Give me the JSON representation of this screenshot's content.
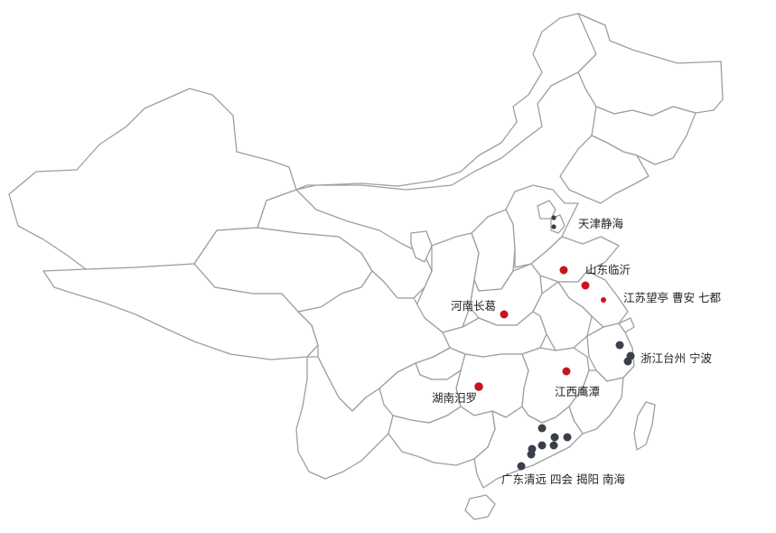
{
  "map": {
    "colors": {
      "red_marker": "#c8141e",
      "dark_marker": "#3a3f4a",
      "border": "#9e9e9e",
      "label": "#222222"
    },
    "labels": {
      "tianjin": "天津静海",
      "shandong": "山东临沂",
      "jiangsu": "江苏望亭 曹安 七都",
      "henan": "河南长葛",
      "zhejiang": "浙江台州 宁波",
      "hunan": "湖南汨罗",
      "jiangxi": "江西鹰潭",
      "guangdong": "广东清远  四会 揭阳 南海"
    },
    "marker_legend": {
      "red_marker": "red circle",
      "dark_marker": "dark circle"
    }
  }
}
